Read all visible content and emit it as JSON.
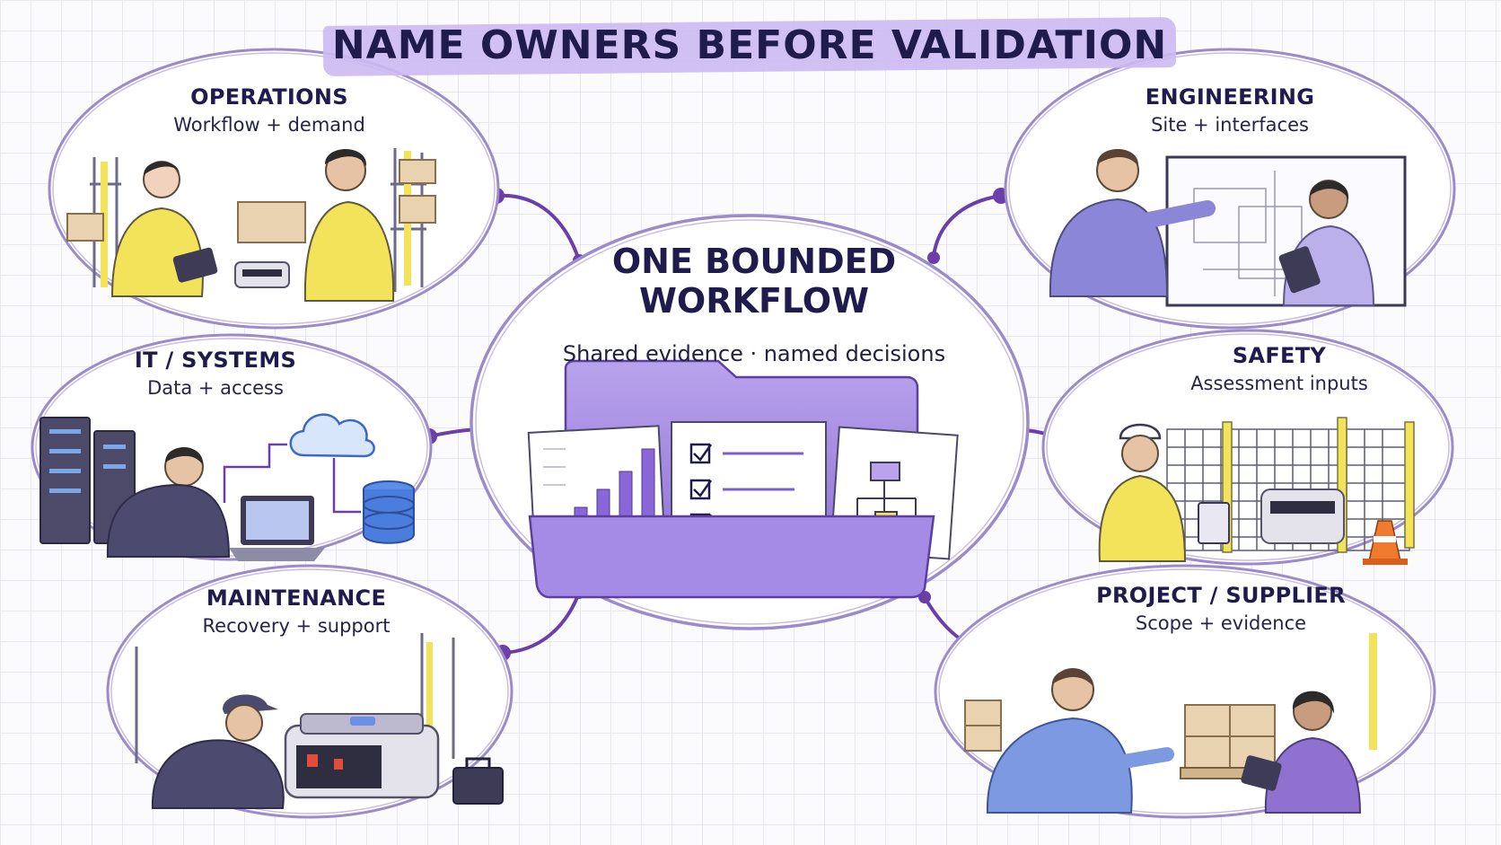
{
  "title": "NAME OWNERS BEFORE VALIDATION",
  "center": {
    "title_line1": "ONE BOUNDED",
    "title_line2": "WORKFLOW",
    "subtitle": "Shared evidence · named decisions"
  },
  "owners": [
    {
      "key": "operations",
      "title": "OPERATIONS",
      "subtitle": "Workflow + demand"
    },
    {
      "key": "engineering",
      "title": "ENGINEERING",
      "subtitle": "Site + interfaces"
    },
    {
      "key": "it-systems",
      "title": "IT / SYSTEMS",
      "subtitle": "Data + access"
    },
    {
      "key": "safety",
      "title": "SAFETY",
      "subtitle": "Assessment inputs"
    },
    {
      "key": "maintenance",
      "title": "MAINTENANCE",
      "subtitle": "Recovery + support"
    },
    {
      "key": "project-supplier",
      "title": "PROJECT / SUPPLIER",
      "subtitle": "Scope + evidence"
    }
  ],
  "colors": {
    "accent": "#6b3fa8",
    "lavender": "#b9a3ec",
    "yellow": "#f2e35a",
    "ink": "#1f1b4d"
  }
}
